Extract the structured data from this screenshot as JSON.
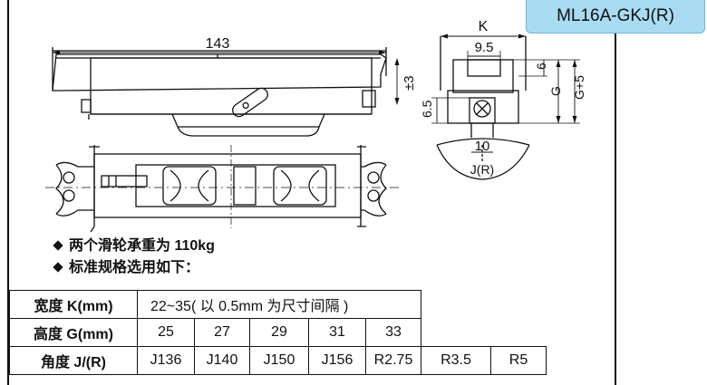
{
  "model": "ML16A-GKJ(R)",
  "dimensions": {
    "length": "143",
    "adjust": "±3",
    "k": "K",
    "width_95": "9.5",
    "six": "6",
    "g": "G",
    "g_plus_5": "G+5",
    "six_five": "6.5",
    "ten": "10",
    "angle": "J(R)"
  },
  "notes": {
    "line1": "两个滑轮承重为 110kg",
    "line2": "标准规格选用如下："
  },
  "spec_table": {
    "width": {
      "label": "宽度 K(mm)",
      "value": "22~35( 以 0.5mm 为尺寸间隔 )"
    },
    "height": {
      "label": "高度 G(mm)",
      "values": [
        "25",
        "27",
        "29",
        "31",
        "33"
      ]
    },
    "angle": {
      "label": "角度 J/(R)",
      "values": [
        "J136",
        "J140",
        "J150",
        "J156",
        "R2.75",
        "R3.5",
        "R5"
      ]
    }
  }
}
